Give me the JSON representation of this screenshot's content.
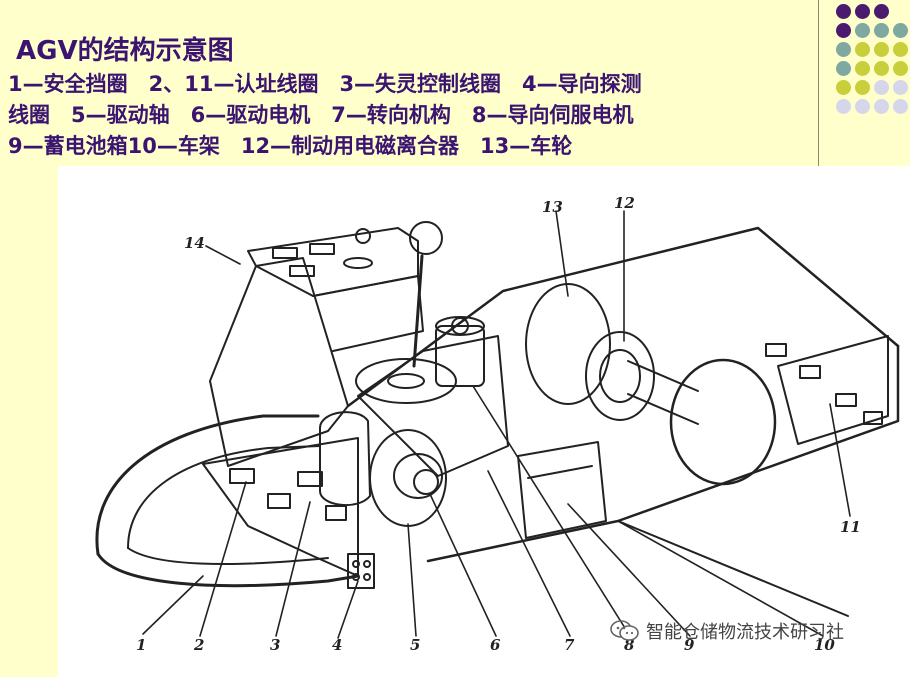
{
  "title": "AGV的结构示意图",
  "legend_lines": [
    "1—安全挡圈　2、11—认址线圈　3—失灵控制线圈　4—导向探测",
    "线圈　5—驱动轴　6—驱动电机　7—转向机构　8—导向伺服电机",
    "9—蓄电池箱10—车架　12—制动用电磁离合器　13—车轮"
  ],
  "diagram": {
    "callouts": [
      "1",
      "2",
      "3",
      "4",
      "5",
      "6",
      "7",
      "8",
      "9",
      "10",
      "11",
      "12",
      "13",
      "14"
    ]
  },
  "watermark": {
    "icon": "wechat-icon",
    "text": "智能仓储物流技术研习社"
  },
  "colors": {
    "background": "#ffffcc",
    "title_text": "#3a1470",
    "dot_purple": "#4a1a6e",
    "dot_teal": "#7fa8a0",
    "dot_lime": "#c9cf3b",
    "dot_lavender": "#d6d6ea"
  }
}
